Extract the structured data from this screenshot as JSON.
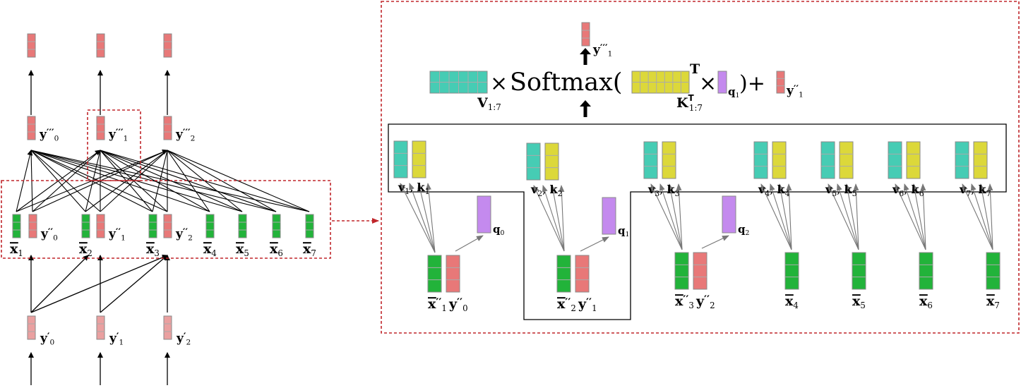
{
  "colors": {
    "red_block": "#e87878",
    "pale_red_block": "#eaa0a0",
    "green_block": "#22b33a",
    "teal_block": "#46ccb4",
    "yellow_block": "#dcd83a",
    "purple_block": "#c48aee",
    "dashed_frame": "#c0262b"
  },
  "left": {
    "top_outputs": [
      "",
      "",
      ""
    ],
    "y3_labels": [
      {
        "base": "y",
        "prime": "′′′",
        "sub": "0"
      },
      {
        "base": "y",
        "prime": "′′′",
        "sub": "1"
      },
      {
        "base": "y",
        "prime": "′′′",
        "sub": "2"
      }
    ],
    "x_labels": [
      {
        "base": "x",
        "sub": "1"
      },
      {
        "base": "x",
        "sub": "2"
      },
      {
        "base": "x",
        "sub": "3"
      },
      {
        "base": "x",
        "sub": "4"
      },
      {
        "base": "x",
        "sub": "5"
      },
      {
        "base": "x",
        "sub": "6"
      },
      {
        "base": "x",
        "sub": "7"
      }
    ],
    "y2_labels": [
      {
        "base": "y",
        "prime": "′′",
        "sub": "0"
      },
      {
        "base": "y",
        "prime": "′′",
        "sub": "1"
      },
      {
        "base": "y",
        "prime": "′′",
        "sub": "2"
      }
    ],
    "y1_labels": [
      {
        "base": "y",
        "prime": "′",
        "sub": "0"
      },
      {
        "base": "y",
        "prime": "′",
        "sub": "1"
      },
      {
        "base": "y",
        "prime": "′",
        "sub": "2"
      }
    ]
  },
  "right": {
    "output_label": {
      "base": "y",
      "prime": "′′′",
      "sub": "1"
    },
    "equation": {
      "times1": "×",
      "softmax": "Softmax(",
      "transpose": "T",
      "times2": "×",
      "close_plus": ")+",
      "v_label": {
        "base": "V",
        "sub": "1:7"
      },
      "k_label": {
        "base": "K",
        "sup": "T",
        "sub": "1:7"
      },
      "q_label": {
        "base": "q",
        "sub": "1"
      },
      "y_label": {
        "base": "y",
        "prime": "′′",
        "sub": "1"
      }
    },
    "kv_labels": [
      {
        "v": "v",
        "k": "k",
        "sub": "1"
      },
      {
        "v": "v",
        "k": "k",
        "sub": "2"
      },
      {
        "v": "v",
        "k": "k",
        "sub": "3"
      },
      {
        "v": "v",
        "k": "k",
        "sub": "4"
      },
      {
        "v": "v",
        "k": "k",
        "sub": "5"
      },
      {
        "v": "v",
        "k": "k",
        "sub": "6"
      },
      {
        "v": "v",
        "k": "k",
        "sub": "7"
      }
    ],
    "q_labels": [
      {
        "base": "q",
        "sub": "0"
      },
      {
        "base": "q",
        "sub": "1"
      },
      {
        "base": "q",
        "sub": "2"
      }
    ],
    "bottom_labels": [
      {
        "x": "x",
        "xsub": "1",
        "y": "y",
        "prime": "′′",
        "ysub": "0"
      },
      {
        "x": "x",
        "xsub": "2",
        "y": "y",
        "prime": "′′",
        "ysub": "1"
      },
      {
        "x": "x",
        "xsub": "3",
        "y": "y",
        "prime": "′′",
        "ysub": "2"
      },
      {
        "x": "x",
        "xsub": "4"
      },
      {
        "x": "x",
        "xsub": "5"
      },
      {
        "x": "x",
        "xsub": "6"
      },
      {
        "x": "x",
        "xsub": "7"
      }
    ]
  }
}
